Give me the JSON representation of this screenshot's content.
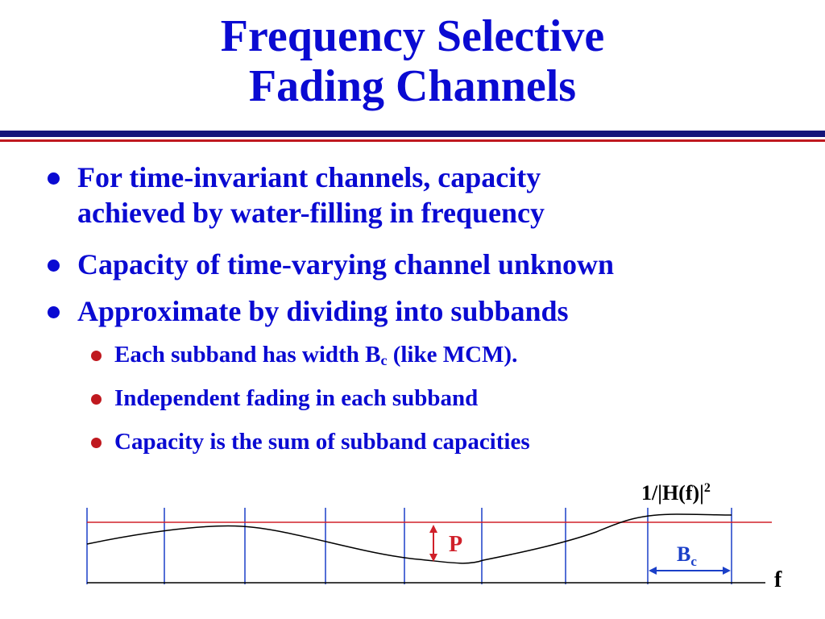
{
  "slide": {
    "title_line1": "Frequency Selective",
    "title_line2": "Fading Channels",
    "bullets": [
      {
        "text_a": "For time-invariant channels, capacity",
        "text_b": "achieved by water-filling in frequency"
      },
      {
        "text": "Capacity of time-varying channel unknown"
      },
      {
        "text": "Approximate by dividing into subbands"
      }
    ],
    "sub_bullets": [
      {
        "pre": "Each subband has width B",
        "sub": "c",
        "post": " (like MCM)."
      },
      {
        "text": "Independent fading in each subband"
      },
      {
        "text": "Capacity is the sum of subband capacities"
      }
    ]
  },
  "diagram": {
    "curve_label_main": "1/|H(f)|",
    "curve_label_sup": "2",
    "power_label": "P",
    "bandwidth_label_main": "B",
    "bandwidth_label_sub": "c",
    "axis_label": "f",
    "colors": {
      "water_level": "#d0202a",
      "subband_lines": "#1a3fc8",
      "curve": "#000000",
      "power_arrow": "#d0202a",
      "bandwidth_arrow": "#1a3fc8"
    }
  }
}
